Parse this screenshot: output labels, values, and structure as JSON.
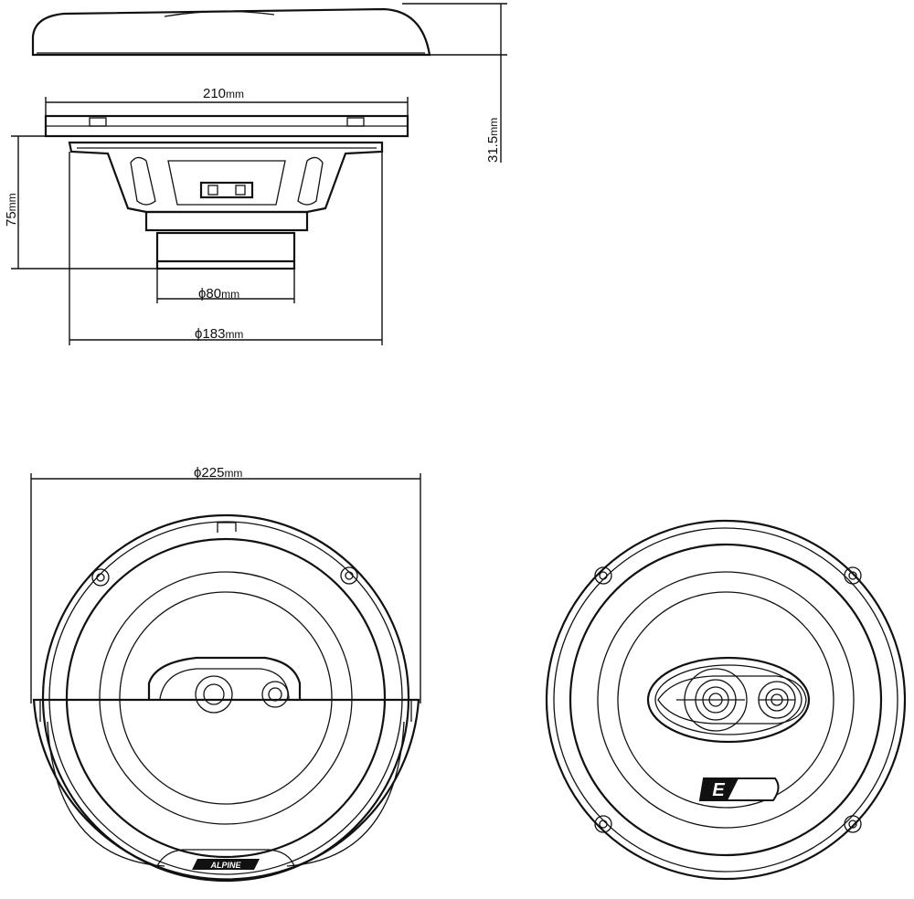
{
  "dimensions": {
    "mount_width": {
      "value": "210",
      "unit": "mm"
    },
    "grille_height": {
      "value": "31.5",
      "unit": "mm"
    },
    "mount_depth": {
      "value": "75",
      "unit": "mm"
    },
    "magnet_diameter": {
      "value": "ϕ80",
      "unit": "mm"
    },
    "basket_diameter": {
      "value": "ϕ183",
      "unit": "mm"
    },
    "grille_diameter": {
      "value": "ϕ225",
      "unit": "mm"
    }
  },
  "logos": {
    "brand_badge": "ALPINE",
    "series_badge": "E"
  }
}
